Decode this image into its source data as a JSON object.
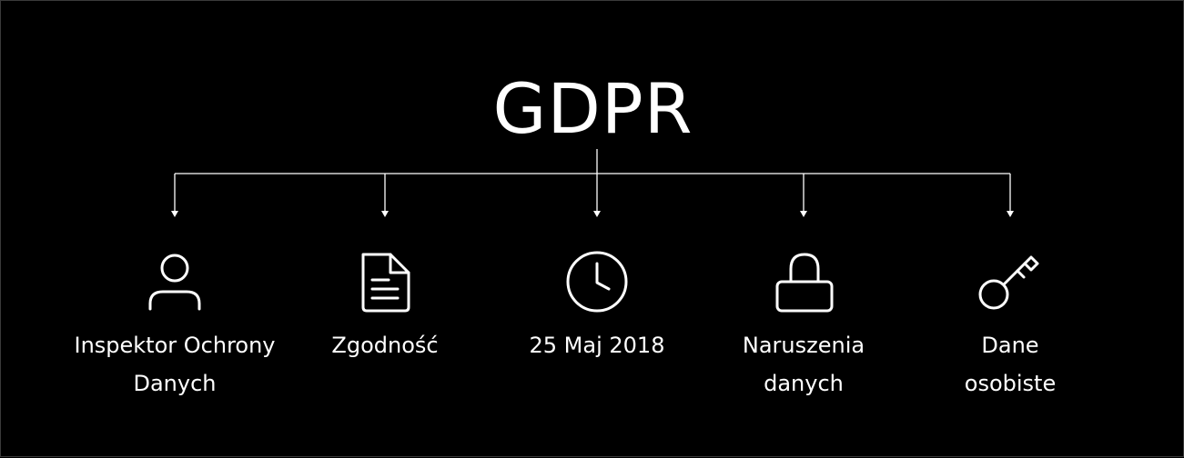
{
  "diagram": {
    "title": "GDPR",
    "nodes": [
      {
        "id": "inspektor",
        "icon": "person-icon",
        "label_line1": "Inspektor Ochrony",
        "label_line2": "Danych"
      },
      {
        "id": "zgodnosc",
        "icon": "document-icon",
        "label_line1": "Zgodność",
        "label_line2": ""
      },
      {
        "id": "data",
        "icon": "clock-icon",
        "label_line1": "25 Maj 2018",
        "label_line2": ""
      },
      {
        "id": "naruszenia",
        "icon": "lock-icon",
        "label_line1": "Naruszenia",
        "label_line2": "danych"
      },
      {
        "id": "dane",
        "icon": "key-icon",
        "label_line1": "Dane",
        "label_line2": "osobiste"
      }
    ],
    "colors": {
      "background": "#000000",
      "foreground": "#ffffff",
      "border": "#3a3a3a"
    }
  }
}
